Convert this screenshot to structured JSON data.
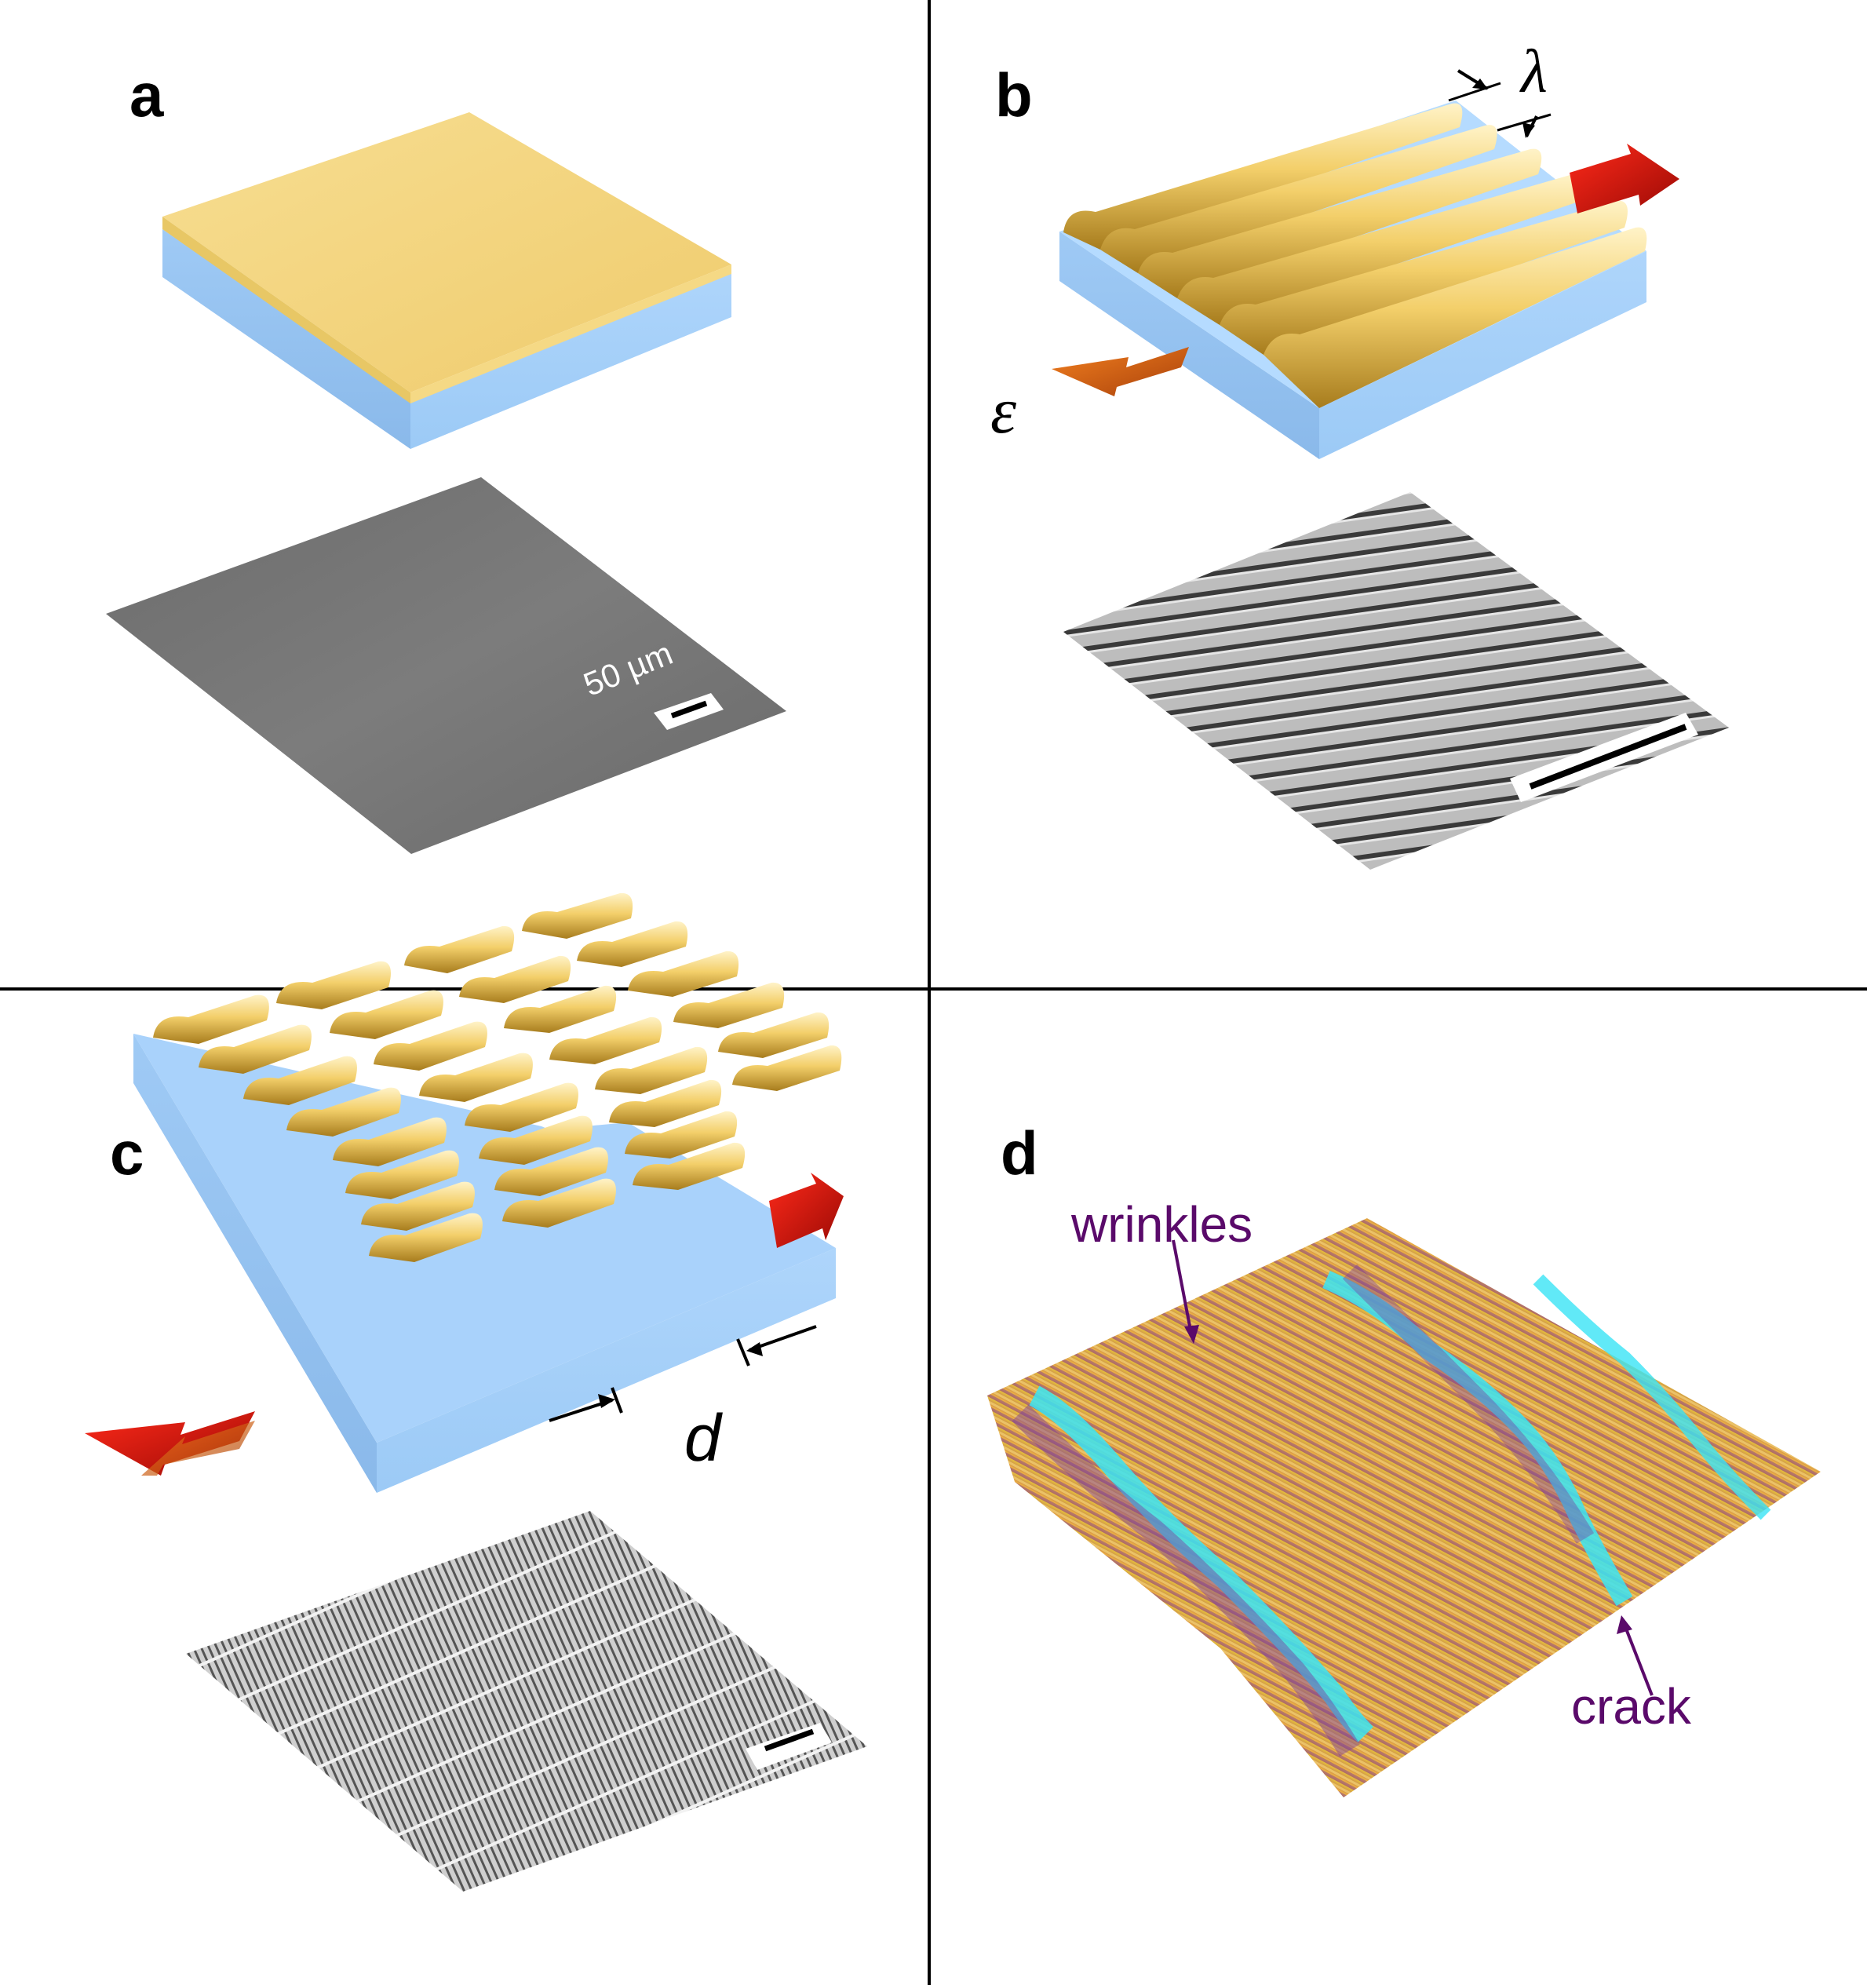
{
  "panels": {
    "a": {
      "letter": "a",
      "scalebar_label": "50 µm"
    },
    "b": {
      "letter": "b",
      "wavelength_symbol": "λ",
      "strain_symbol": "ε"
    },
    "c": {
      "letter": "c",
      "spacing_symbol": "d"
    },
    "d": {
      "letter": "d",
      "label_wrinkles": "wrinkles",
      "label_crack": "crack"
    }
  },
  "colors": {
    "gold_film": "#f3d27a",
    "substrate": "#9cc8f2",
    "arrow_red": "#e01010",
    "arrow_orange": "#e86a10",
    "annotation_purple": "#5a0a6a",
    "crack_cyan": "#40e0f0"
  }
}
